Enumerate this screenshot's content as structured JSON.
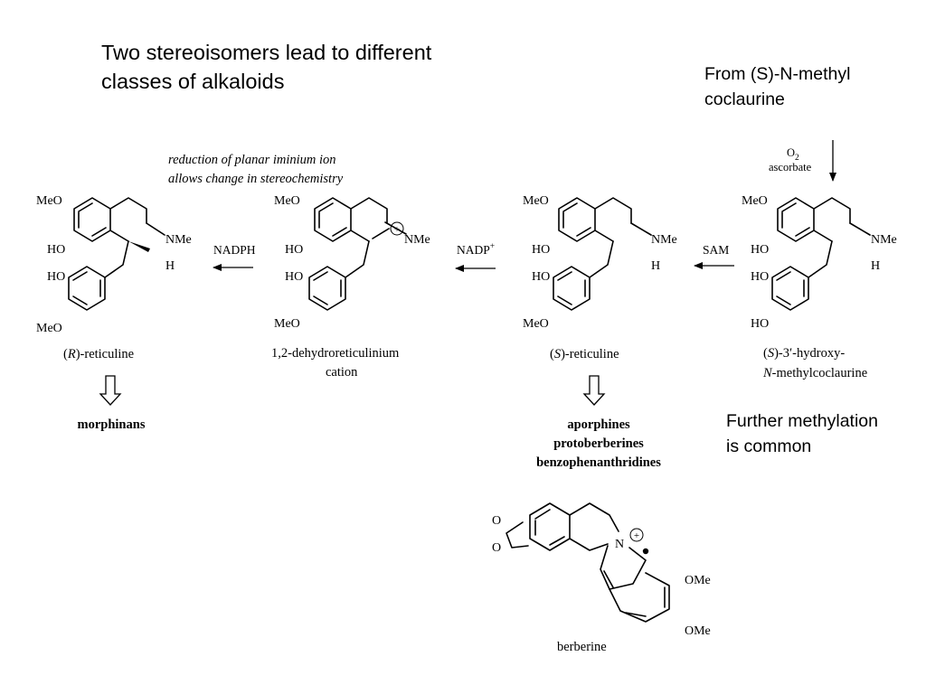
{
  "slide": {
    "title_line1": "Two stereoisomers lead to different",
    "title_line2": "classes of alkaloids",
    "callout_top_line1": "From (S)-N-methyl",
    "callout_top_line2": "coclaurine",
    "callout_bottom_line1": "Further methylation",
    "callout_bottom_line2": "is common"
  },
  "scheme": {
    "reduction_note_line1": "reduction of planar iminium ion",
    "reduction_note_line2": "allows change in stereochemistry",
    "reagents": {
      "oxidation_o2": "O",
      "oxidation_o2_sub": "2",
      "oxidation_ascorbate": "ascorbate",
      "sam": "SAM",
      "nadp": "NADP",
      "nadp_sup": "+",
      "nadph": "NADPH"
    },
    "compounds": {
      "r_reticuline": {
        "name_prefix": "(",
        "name_italic": "R",
        "name_suffix": ")-reticuline"
      },
      "dehydroreticulinium": {
        "name_line1": "1,2-dehydroreticulinium",
        "name_line2": "cation"
      },
      "s_reticuline": {
        "name_prefix": "(",
        "name_italic": "S",
        "name_suffix": ")-reticuline"
      },
      "s_hydroxy_methylcoclaurine": {
        "name_line1_prefix": "(",
        "name_line1_italic": "S",
        "name_line1_suffix": ")-3′-hydroxy-",
        "name_line2_italic": "N",
        "name_line2_suffix": "-methylcoclaurine"
      },
      "berberine": {
        "name": "berberine"
      }
    },
    "atom_labels": {
      "meo": "MeO",
      "ho": "HO",
      "nme": "NMe",
      "h": "H",
      "ome": "OMe",
      "n": "N",
      "o": "O",
      "charge": "+"
    },
    "products": {
      "morphinans": "morphinans",
      "aporphines": "aporphines",
      "protoberberines": "protoberberines",
      "benzophenanthridines": "benzophenanthridines"
    }
  }
}
